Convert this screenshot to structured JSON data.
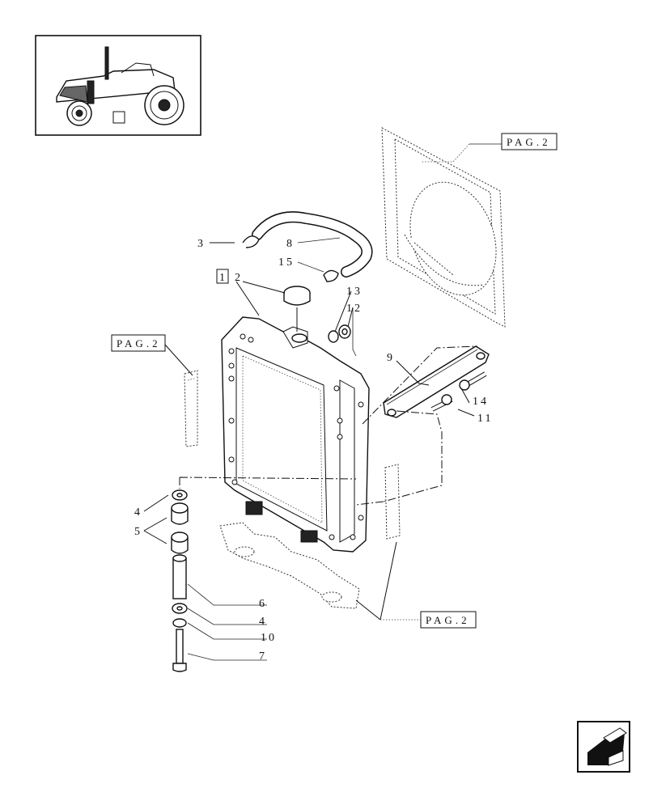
{
  "references": {
    "fan_shroud": "PAG.2",
    "left_seal": "PAG.2",
    "bottom_seals": "PAG.2"
  },
  "callouts": {
    "kit_box": "1",
    "c2": "2",
    "c3": "3",
    "c8": "8",
    "c15": "15",
    "c13": "13",
    "c12": "12",
    "c9": "9",
    "c14": "14",
    "c11": "11",
    "c4a": "4",
    "c5": "5",
    "c6": "6",
    "c4b": "4",
    "c10": "10",
    "c7": "7"
  },
  "icons": {
    "thumbnail": "tractor-thumbnail",
    "navigation": "page-turn-arrow-icon"
  }
}
